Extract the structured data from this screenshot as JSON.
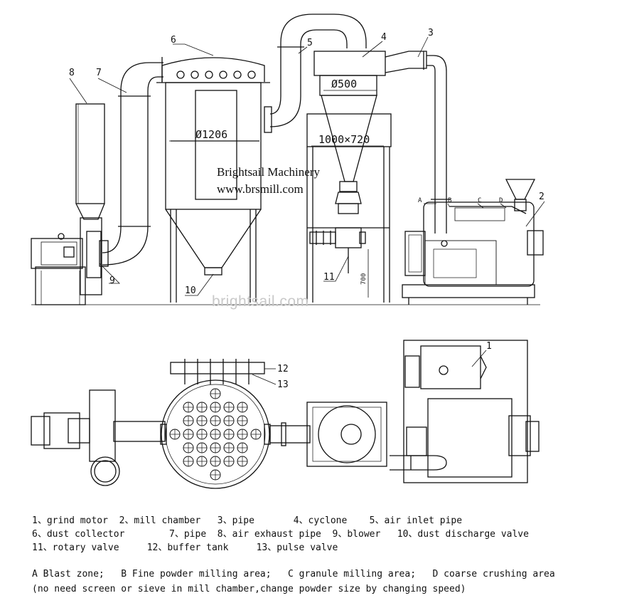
{
  "callouts": {
    "n1": "1",
    "n2": "2",
    "n3": "3",
    "n4": "4",
    "n5": "5",
    "n6": "6",
    "n7": "7",
    "n8": "8",
    "n9": "9",
    "n10": "10",
    "n11": "11",
    "n12": "12",
    "n13": "13"
  },
  "zones": {
    "a": "A",
    "b": "B",
    "c": "C",
    "d": "D"
  },
  "dimensions": {
    "cyclone_dia": "Ø500",
    "collector_dia": "Ø1206",
    "frame": "1000×720",
    "height": "700"
  },
  "brand": {
    "name": "Brightsail Machinery",
    "url": "www.brsmill.com",
    "watermark": "brightsail.com"
  },
  "legend": {
    "line1": "1、grind motor  2、mill chamber   3、pipe       4、cyclone    5、air inlet pipe",
    "line2": "6、dust collector        7、pipe  8、air exhaust pipe  9、blower   10、dust discharge valve",
    "line3": "11、rotary valve     12、buffer tank     13、pulse valve",
    "line4": "A Blast zone;   B Fine powder milling area;   C granule milling area;   D coarse crushing area",
    "line5": "(no need screen or sieve in mill chamber,change powder size by changing speed)"
  }
}
